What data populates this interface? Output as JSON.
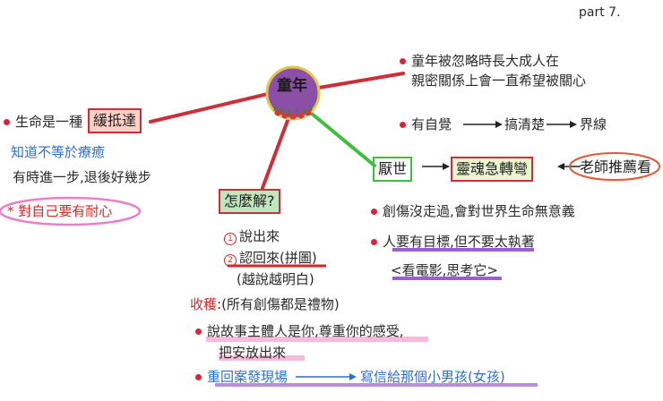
{
  "part_label": "part 7.",
  "center": {
    "label": "童年",
    "fill": "#8b4fa8",
    "ring": "#e0c94a",
    "flowers": "#d43a3a"
  },
  "colors": {
    "red_line": "#c9303a",
    "green_line": "#3fbf3f",
    "blue_text": "#2f6fc7",
    "red_text": "#d02a2a",
    "dot": "#d0283a"
  },
  "top_right": {
    "line1": "童年被忽略時長大成人在",
    "line2": "親密關係上會一直希望被關心",
    "line3_left": "有自覺",
    "line3_mid": "搞清楚",
    "line3_right": "界線",
    "arrow": "⟶"
  },
  "left_branch": {
    "prefix": "生命是一種",
    "box": "緩抵達",
    "blue_line": "知道不等於療癒",
    "black_line": "有時進一步,退後好幾步",
    "pink_line": "對自己要有耐心"
  },
  "right_branch": {
    "box_green": "厭世",
    "box_red": "靈魂急轉彎",
    "box_pink": "老師推薦看",
    "line1": "創傷沒走過,會對世界生命無意義",
    "line2": "人要有目標,但不要太執著",
    "line3": "<看電影,思考它>"
  },
  "bottom_branch": {
    "box": "怎麼解?",
    "item1": "說出來",
    "item2": "認回來(拼圖)",
    "item2_sub": "(越說越明白)",
    "harvest_label": "收穫",
    "harvest_text": ":(所有創傷都是禮物)",
    "story1": "說故事主體人是你,尊重你的感受,",
    "story2": "把安放出來",
    "scene_left": "重回案發現場",
    "scene_right": "寫信給那個小男孩(女孩)",
    "arrow": "⟶"
  }
}
